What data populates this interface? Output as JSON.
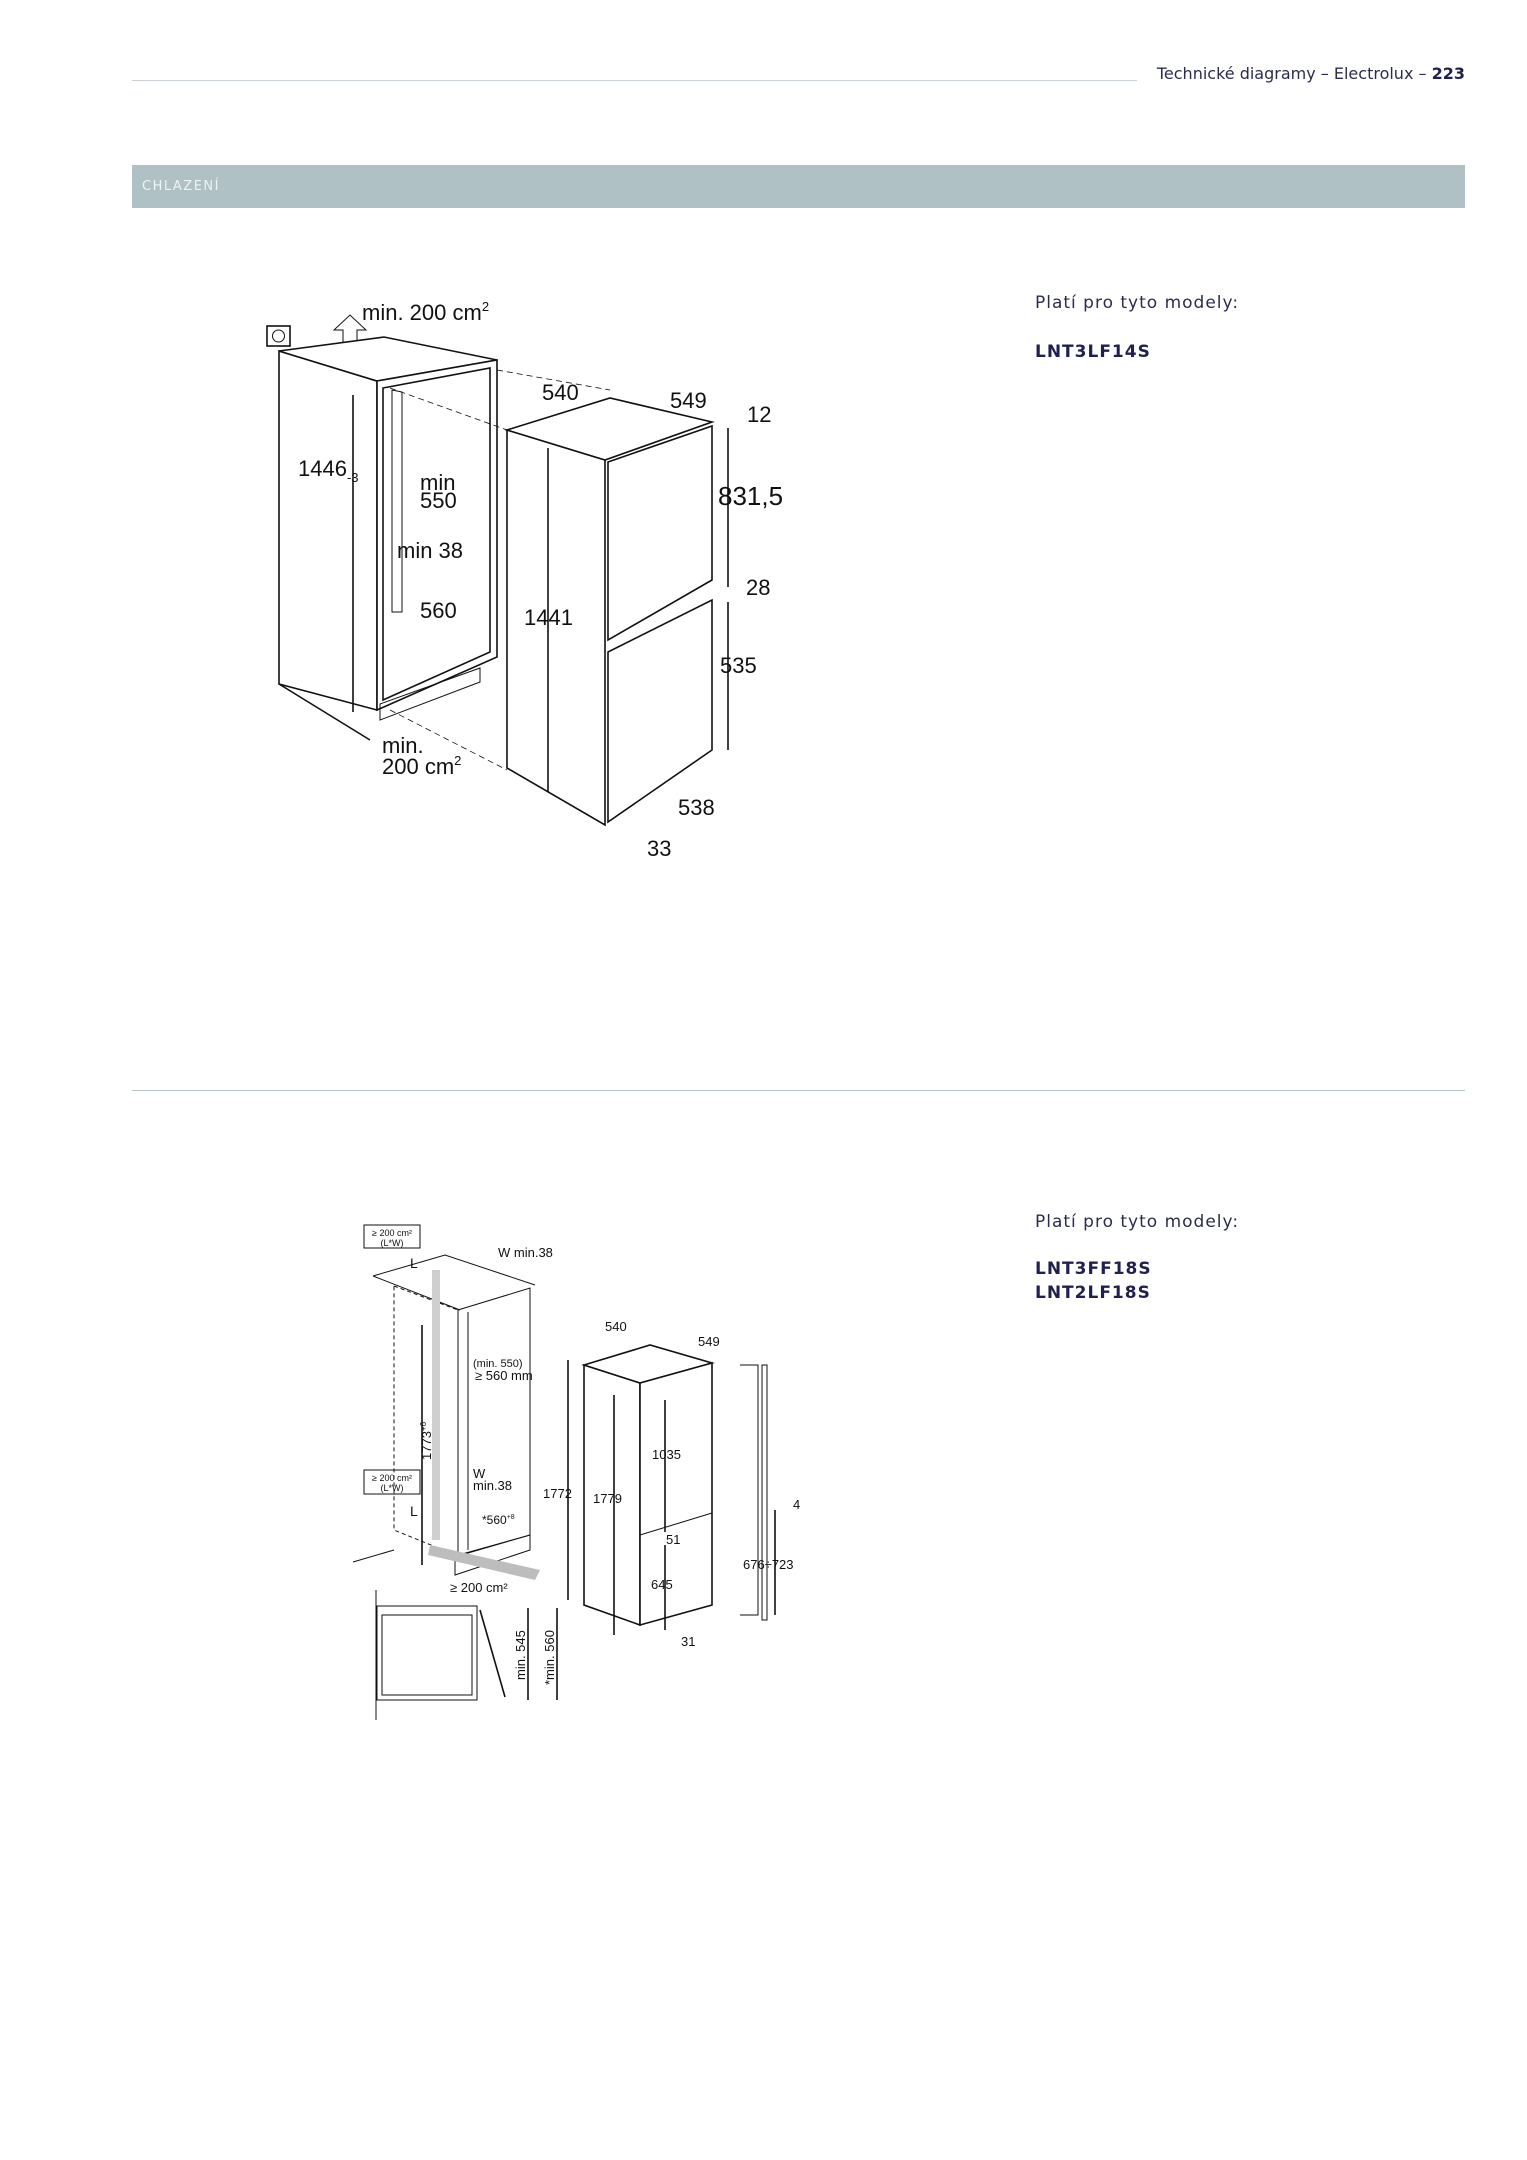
{
  "header": {
    "title": "Technické diagramy – Electrolux – ",
    "page_number": "223"
  },
  "section": {
    "title": "CHLAZENÍ"
  },
  "block1": {
    "applies_label": "Platí pro tyto modely:",
    "models": [
      "LNT3LF14S"
    ],
    "diagram": {
      "vent_top": "min. 200 cm",
      "sup2": "2",
      "niche_height": "1446",
      "niche_height_tol": "-3",
      "min_label": "min",
      "min_depth": "550",
      "min_38": "min 38",
      "niche_width": "560",
      "vent_bottom_1": "min.",
      "vent_bottom_2": "200 cm",
      "width": "540",
      "depth": "549",
      "top_gap": "12",
      "upper_door": "831,5",
      "gap": "28",
      "lower_door": "535",
      "height": "1441",
      "door_depth": "538",
      "bottom_gap": "33"
    }
  },
  "block2": {
    "applies_label": "Platí pro tyto modely:",
    "models": [
      "LNT3FF18S",
      "LNT2LF18S"
    ],
    "diagram": {
      "vent_box_1": "≥ 200 cm²",
      "vent_box_2": "(L*W)",
      "L": "L",
      "w_min38": "W min.38",
      "W": "W",
      "min38": "min.38",
      "width": "540",
      "depth": "549",
      "min550": "(min. 550)",
      "min560": "≥ 560 mm",
      "niche_height": "1773",
      "niche_tol": "+6",
      "niche_width": "*560",
      "niche_width_tol": "+8",
      "h1772": "1772",
      "h1779": "1779",
      "upper": "1035",
      "gap": "51",
      "lower": "645",
      "bottom": "31",
      "door_gap": "4",
      "door_range": "676÷723",
      "vent_bottom": "≥ 200 cm²",
      "min545": "min. 545",
      "min560b": "*min. 560"
    }
  }
}
